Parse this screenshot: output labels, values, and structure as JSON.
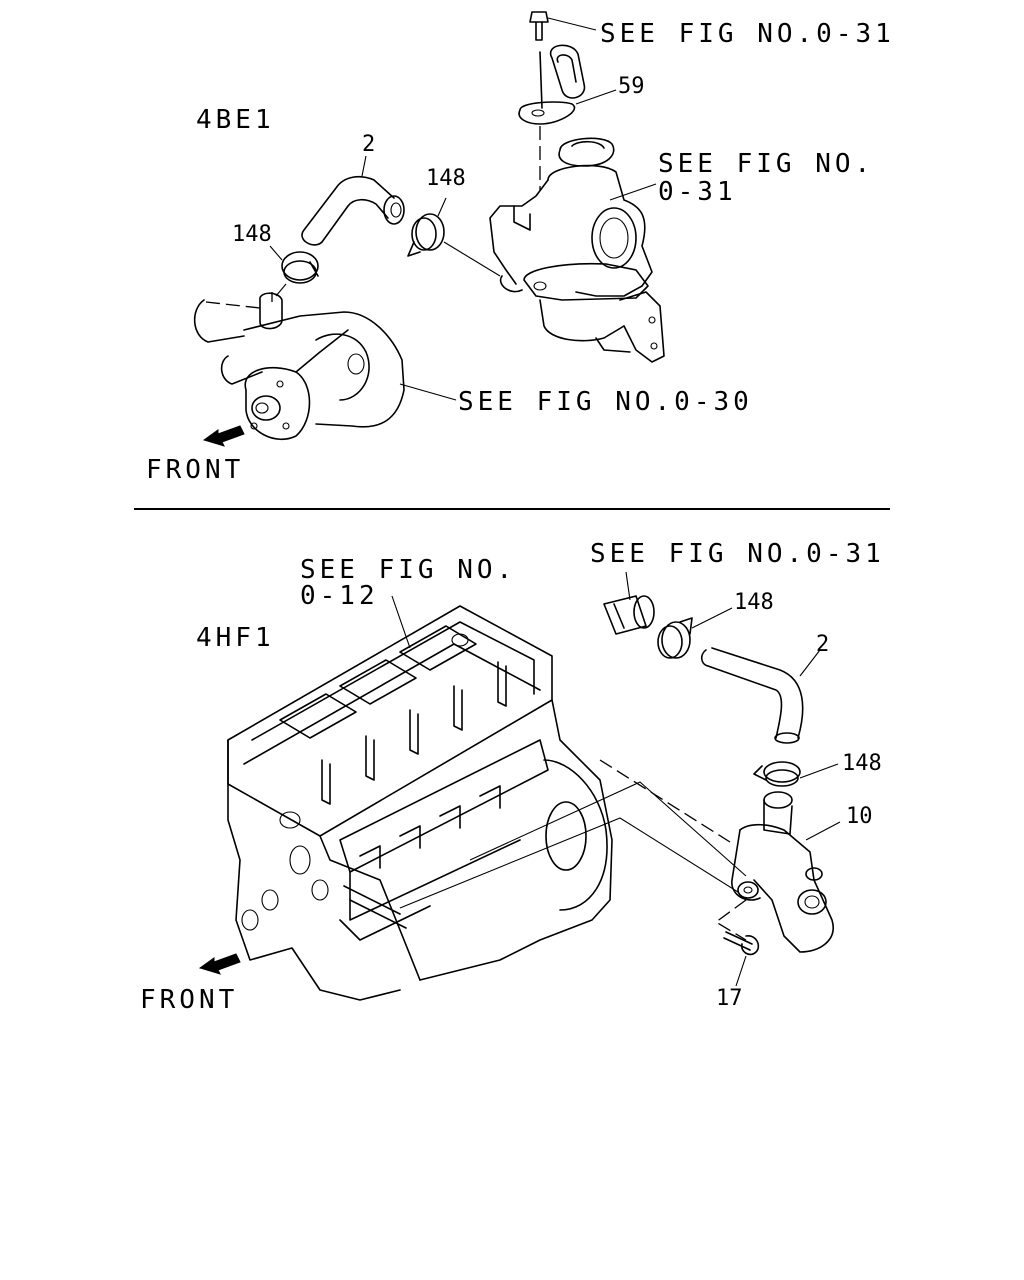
{
  "colors": {
    "ink": "#000000",
    "paper": "#ffffff"
  },
  "top": {
    "engine": "4BE1",
    "refs": {
      "top": "SEE FIG NO.0-31",
      "mid_1": "SEE FIG NO.",
      "mid_2": "0-31",
      "bottom": "SEE FIG NO.0-30"
    },
    "callouts": {
      "hose": "2",
      "clamp_right": "148",
      "clamp_left": "148",
      "bracket": "59"
    },
    "front": "FRONT"
  },
  "bottom": {
    "engine": "4HF1",
    "refs": {
      "block_1": "SEE FIG NO.",
      "block_2": "0-12",
      "right": "SEE FIG NO.0-31"
    },
    "callouts": {
      "clamp_top": "148",
      "hose": "2",
      "clamp_bottom": "148",
      "outlet": "10",
      "bolt": "17"
    },
    "front": "FRONT"
  }
}
